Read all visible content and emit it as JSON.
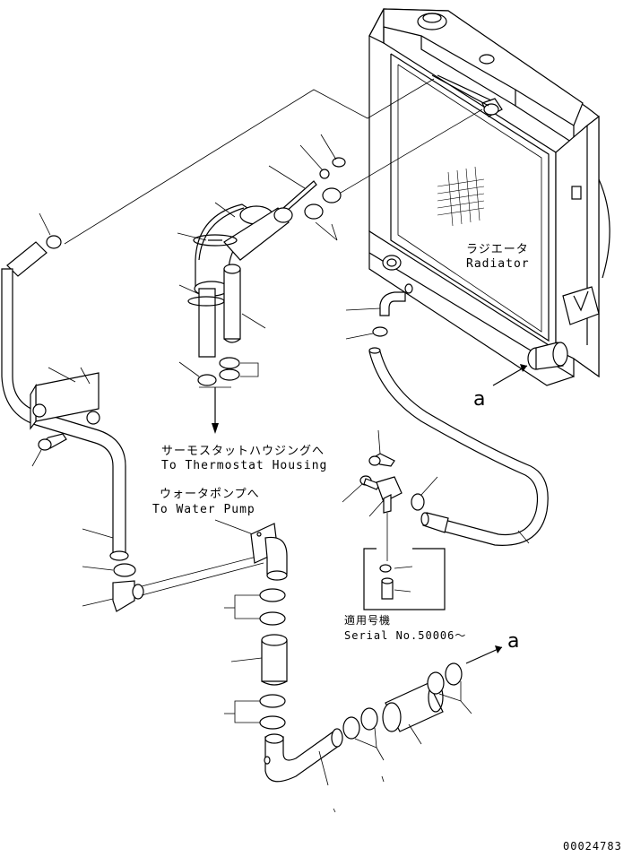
{
  "labels": {
    "radiator_jp": "ラジエータ",
    "radiator_en": "Radiator",
    "thermostat_jp": "サーモスタットハウジングへ",
    "thermostat_en": "To Thermostat Housing",
    "water_pump_jp": "ウォータポンプへ",
    "water_pump_en": "To Water Pump",
    "serial_jp": "適用号機",
    "serial_en": "Serial No.50006～",
    "ref_a_upper": "a",
    "ref_a_lower": "a",
    "drawing_number": "00024783"
  }
}
